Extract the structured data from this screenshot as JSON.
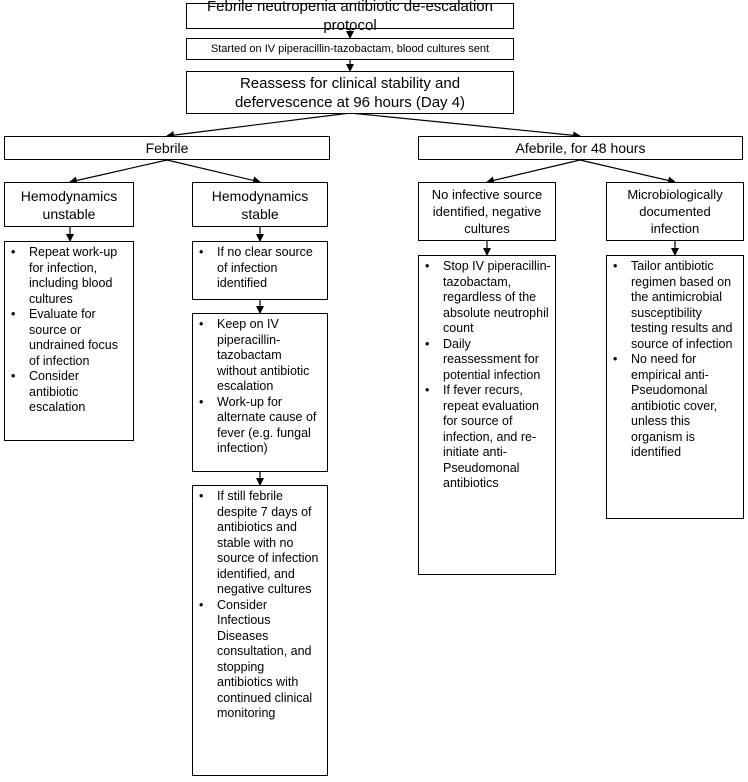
{
  "title": "Febrile neutropenia antibiotic de-escalation protocol",
  "start": "Started on IV piperacillin-tazobactam, blood cultures sent",
  "reassess": "Reassess for clinical stability and defervescence at 96 hours (Day 4)",
  "febrile": {
    "label": "Febrile",
    "unstable": {
      "label": "Hemodynamics unstable",
      "bullets": [
        "Repeat work-up for infection, including blood cultures",
        "Evaluate for source or undrained focus of infection",
        "Consider antibiotic escalation"
      ]
    },
    "stable": {
      "label": "Hemodynamics stable",
      "step1": [
        "If no clear source of infection identified"
      ],
      "step2": [
        "Keep on IV piperacillin-tazobactam without antibiotic escalation",
        "Work-up for alternate cause of fever (e.g. fungal infection)"
      ],
      "step3": [
        "If still febrile despite 7 days of antibiotics and stable with no source of infection identified, and negative cultures",
        "Consider Infectious Diseases consultation, and stopping antibiotics with continued clinical monitoring"
      ]
    }
  },
  "afebrile": {
    "label": "Afebrile, for 48 hours",
    "no_source": {
      "label": "No infective source identified, negative cultures",
      "bullets": [
        "Stop IV piperacillin-tazobactam, regardless of the absolute neutrophil count",
        "Daily reassessment for potential infection",
        "If fever recurs, repeat evaluation for source of infection, and re-initiate anti-Pseudomonal antibiotics"
      ]
    },
    "documented": {
      "label": "Microbiologically documented infection",
      "bullets": [
        "Tailor antibiotic regimen based on the antimicrobial susceptibility testing results and source of infection",
        "No need for empirical anti-Pseudomonal antibiotic cover, unless this organism is identified"
      ]
    }
  }
}
